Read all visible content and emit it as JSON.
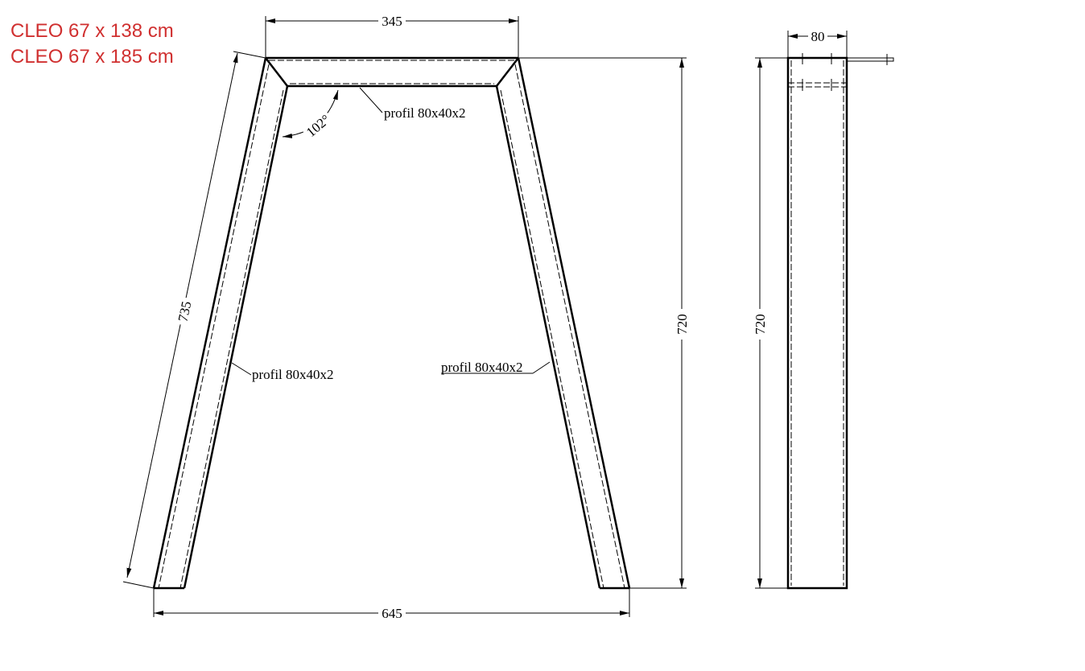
{
  "title_lines": [
    "CLEO 67 x 138 cm",
    "CLEO 67 x 185 cm"
  ],
  "title_color": "#d03030",
  "front_view": {
    "dim_top": "345",
    "dim_bottom": "645",
    "dim_leg": "735",
    "dim_height": "720",
    "angle": "102°",
    "label_top_beam": "profil 80x40x2",
    "label_left_leg": "profil 80x40x2",
    "label_right_leg": "profil 80x40x2"
  },
  "side_view": {
    "dim_width": "80",
    "dim_height": "720"
  }
}
